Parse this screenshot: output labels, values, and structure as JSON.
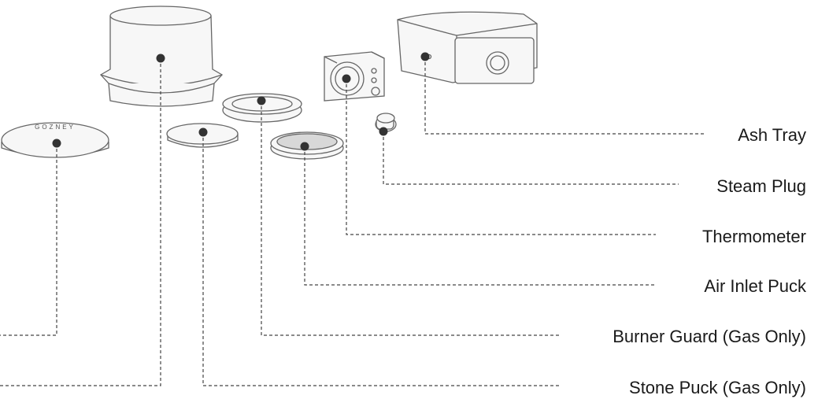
{
  "brand_text": "GOZNEY",
  "colors": {
    "line": "#444444",
    "dot": "#333333",
    "text": "#1a1a1a",
    "part_stroke": "#666666",
    "part_fill": "#f7f7f7"
  },
  "labels": {
    "ash_tray": "Ash Tray",
    "steam_plug": "Steam Plug",
    "thermometer": "Thermometer",
    "air_inlet_puck": "Air Inlet Puck",
    "burner_guard": "Burner Guard (Gas Only)",
    "stone_puck": "Stone Puck (Gas Only)"
  }
}
